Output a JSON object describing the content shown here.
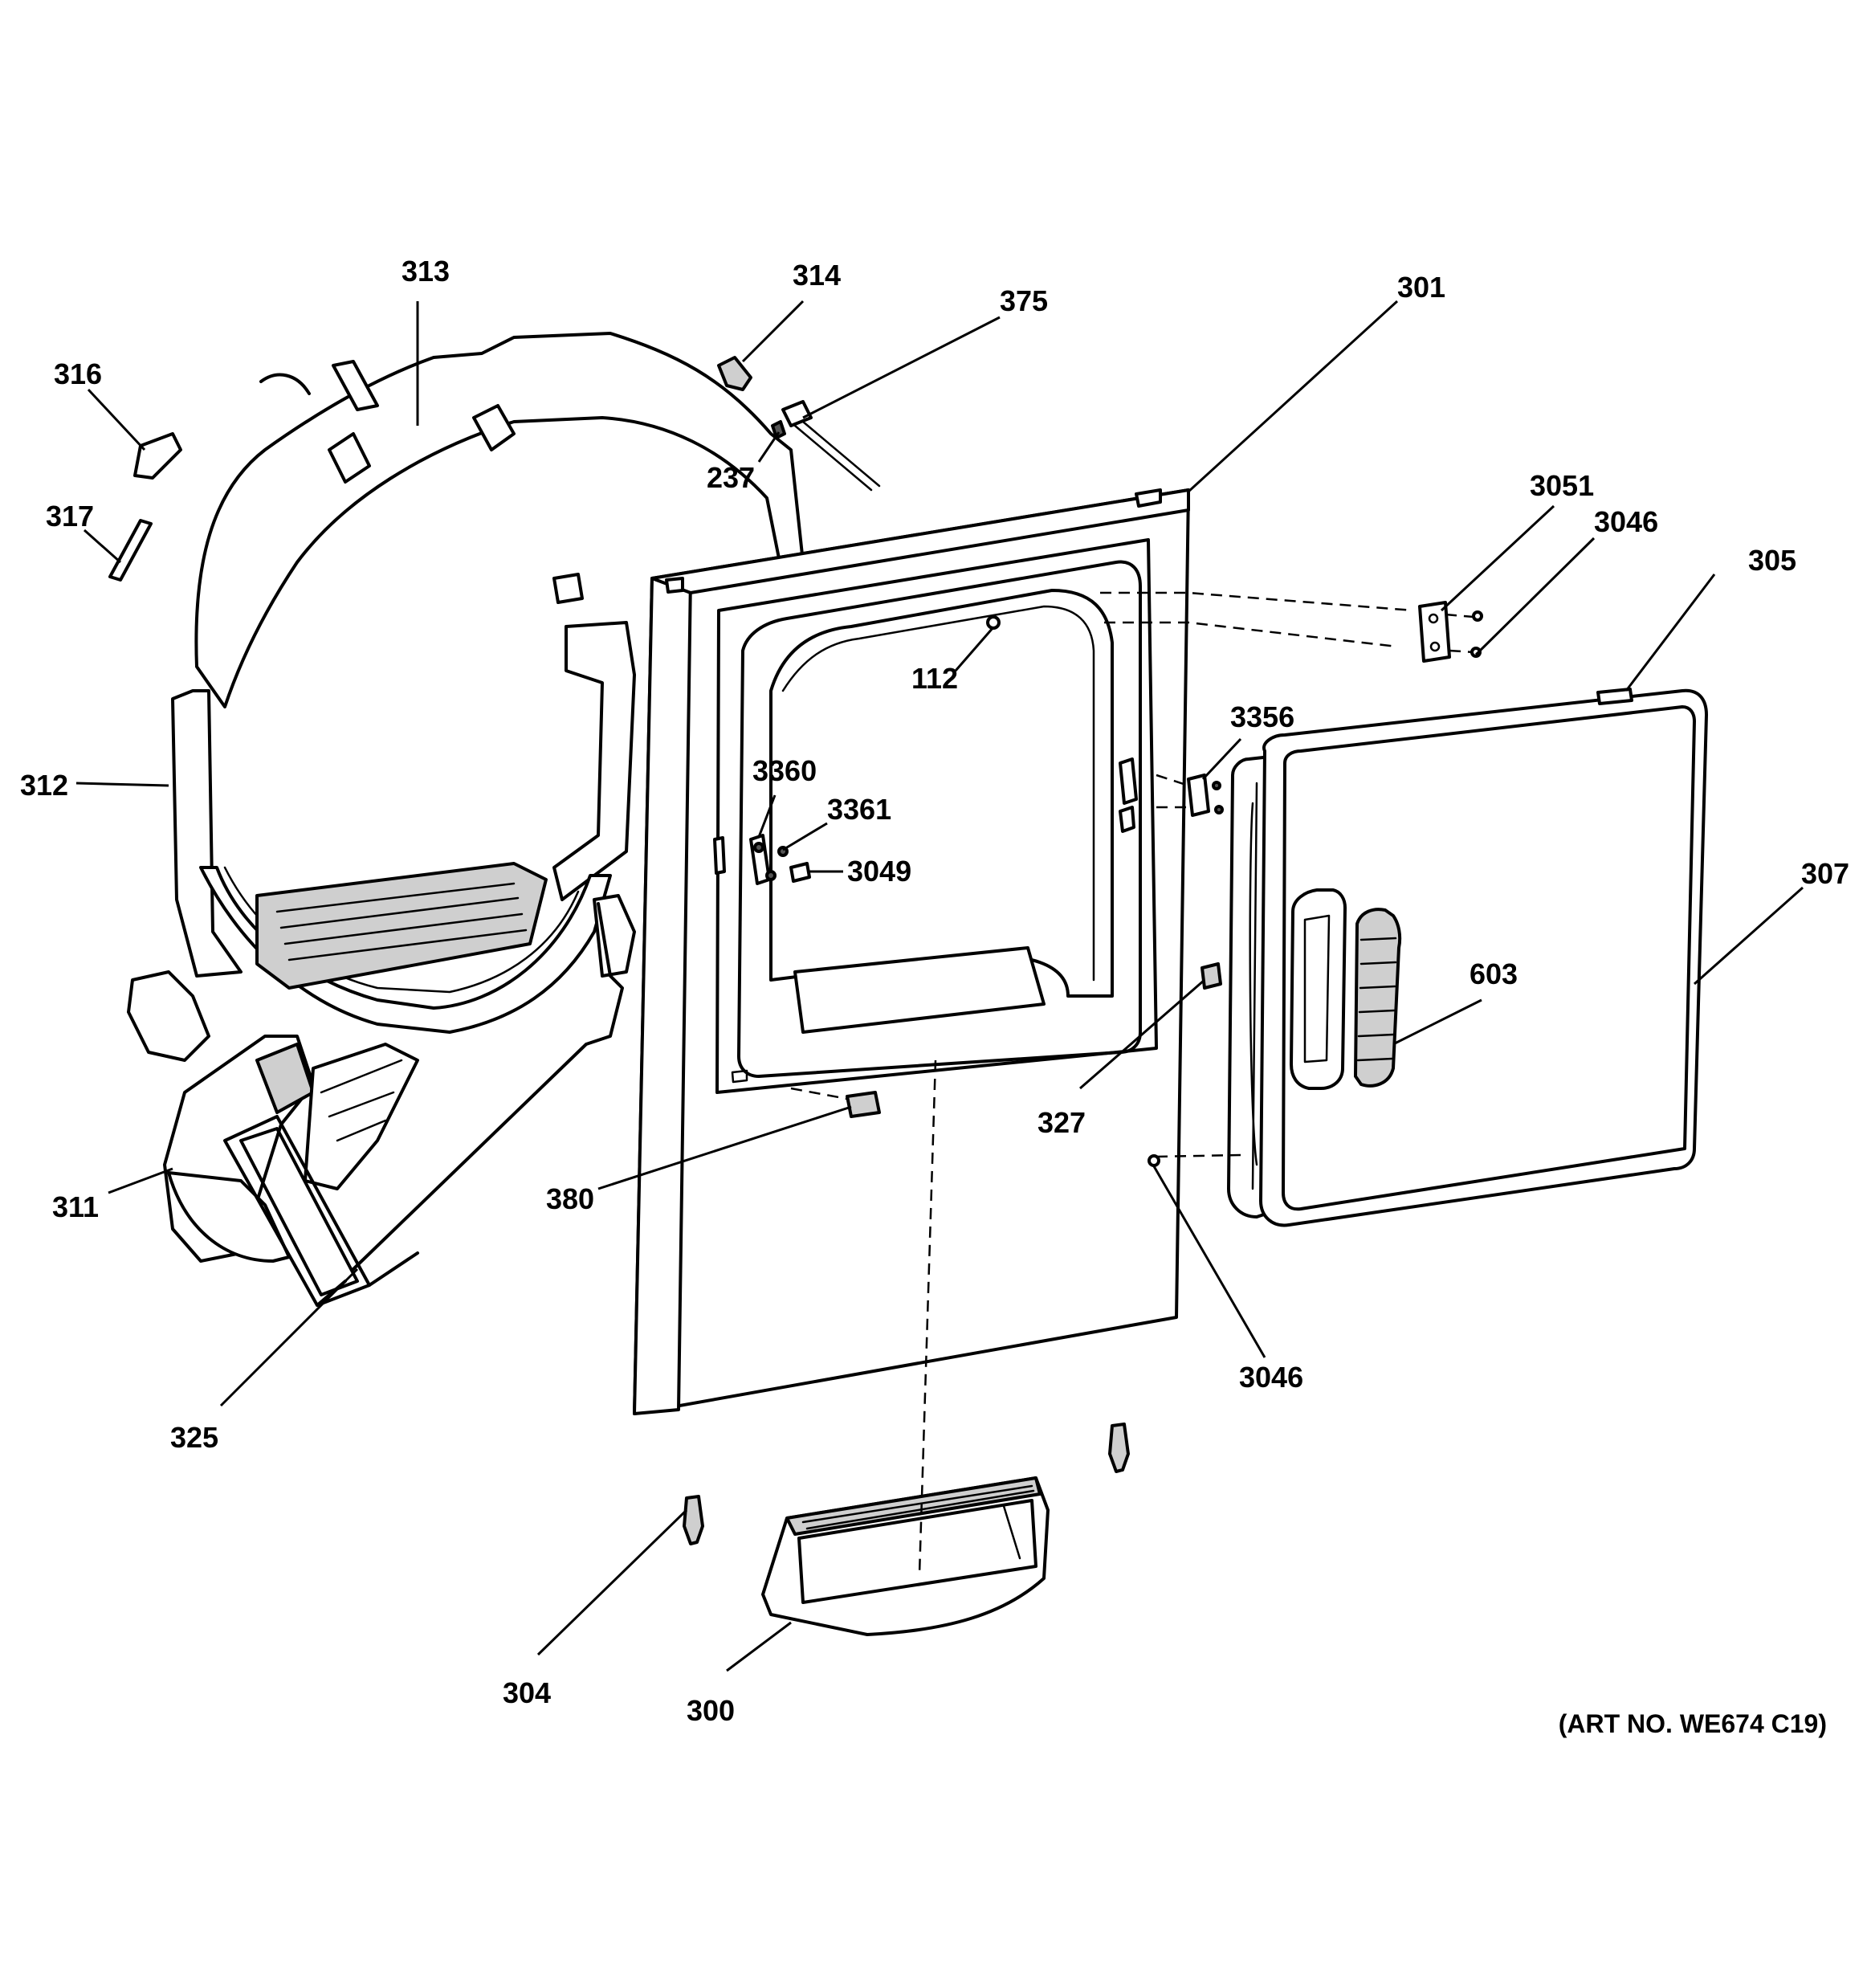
{
  "callouts": {
    "c313": "313",
    "c314": "314",
    "c375": "375",
    "c301": "301",
    "c316": "316",
    "c237": "237",
    "c317": "317",
    "c3051": "3051",
    "c3046a": "3046",
    "c305": "305",
    "c112": "112",
    "c3356": "3356",
    "c3360": "3360",
    "c312": "312",
    "c3361": "3361",
    "c3049": "3049",
    "c307": "307",
    "c603": "603",
    "c327": "327",
    "c311": "311",
    "c380": "380",
    "c3046b": "3046",
    "c325": "325",
    "c304": "304",
    "c300": "300"
  },
  "art_number": "(ART NO. WE674 C19)"
}
